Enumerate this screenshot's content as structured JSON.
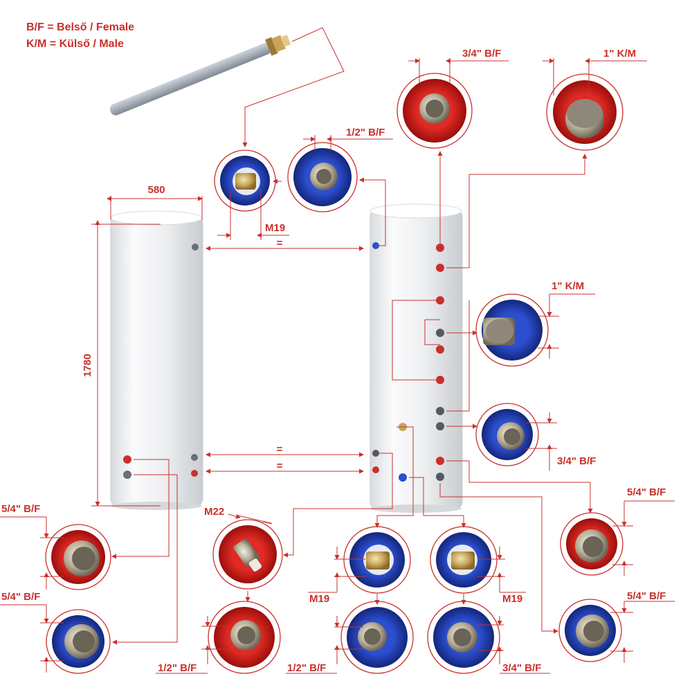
{
  "legend": {
    "line1": "B/F = Belső / Female",
    "line2": "K/M = Külső / Male"
  },
  "dimensions": {
    "width": "580",
    "height": "1780",
    "equal_top": "=",
    "equal_mid": "=",
    "equal_bottom": "="
  },
  "fittings": {
    "anode_thread": "M19",
    "top_half": "1/2\" B/F",
    "top_34": "3/4\" B/F",
    "top_1_km": "1\" K/M",
    "side_1_km": "1\" K/M",
    "side_34": "3/4\" B/F",
    "right_54_top": "5/4\" B/F",
    "right_54_bottom": "5/4\" B/F",
    "left_54_top": "5/4\" B/F",
    "left_54_bottom": "5/4\" B/F",
    "m22": "M22",
    "heater_half": "1/2\" B/F",
    "mid_m19_left": "M19",
    "mid_m19_right": "M19",
    "bottom_half_blue": "1/2\" B/F",
    "bottom_34_blue": "3/4\" B/F"
  },
  "colors": {
    "accent": "#c9302c",
    "red_cap": "#d7191c",
    "blue_cap": "#1e3fb4",
    "tank": "#eef0f2"
  },
  "icons": {
    "anode": "magnesium-anode-rod",
    "plug": "brass-plug-icon",
    "sensor": "sensor-gland-icon"
  }
}
